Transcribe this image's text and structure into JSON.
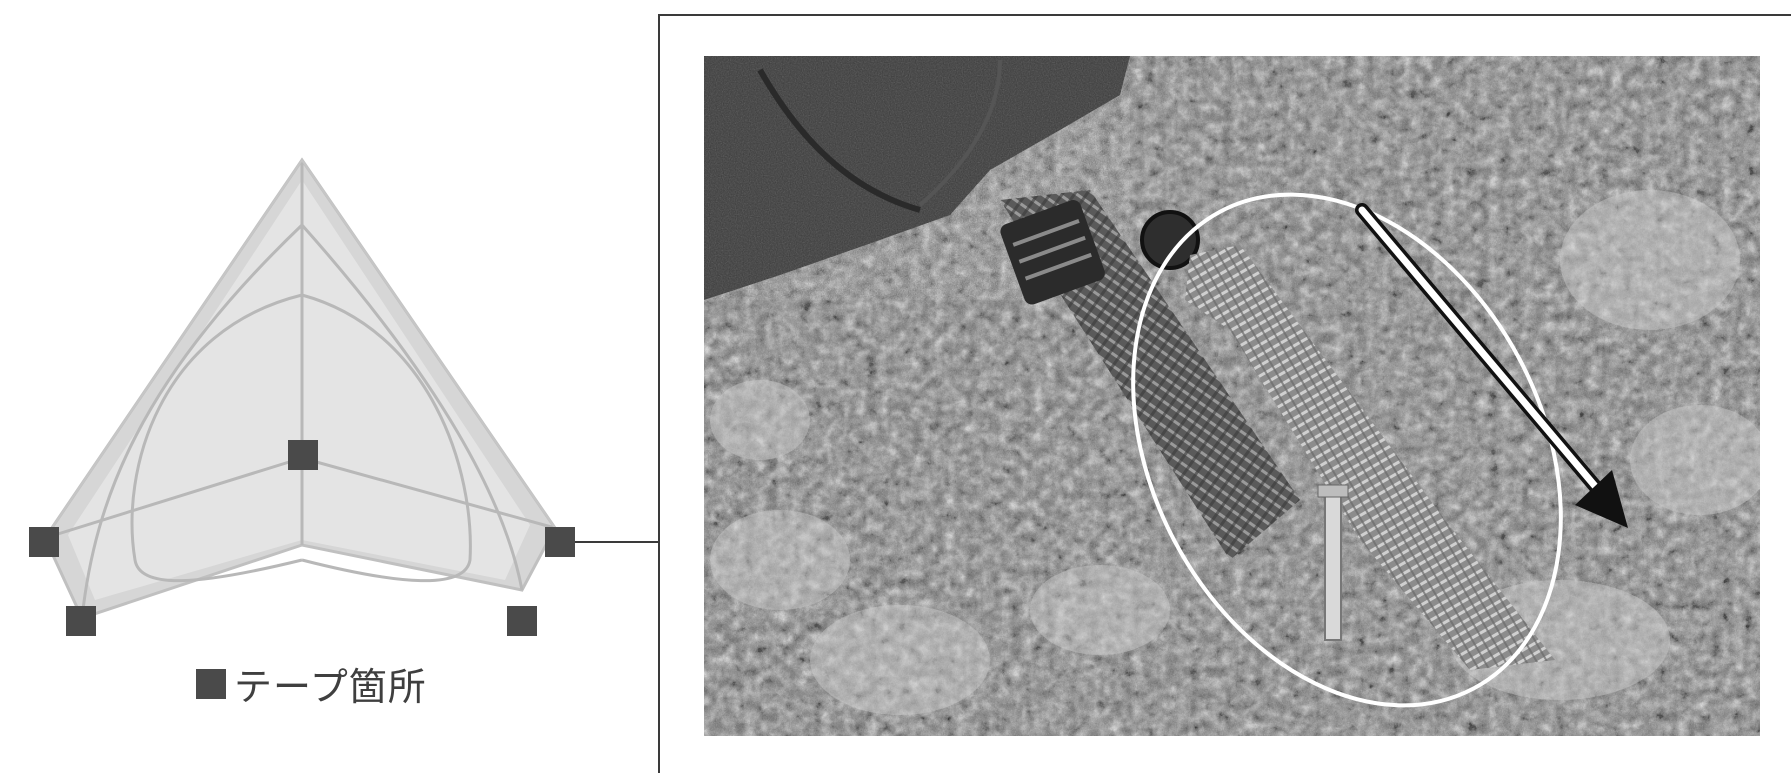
{
  "legend": {
    "label": "テープ箇所"
  },
  "colors": {
    "tape_marker": "#4a4a4a",
    "tent_fill": "#d9d9d9",
    "tent_inner": "#e6e6e6",
    "tent_line": "#b5b5b5",
    "frame_line": "#3a3a3a",
    "highlight_ellipse": "#ffffff"
  },
  "icons": {
    "tape_marker": "square",
    "pointer_arrow": "arrow-down-right"
  }
}
